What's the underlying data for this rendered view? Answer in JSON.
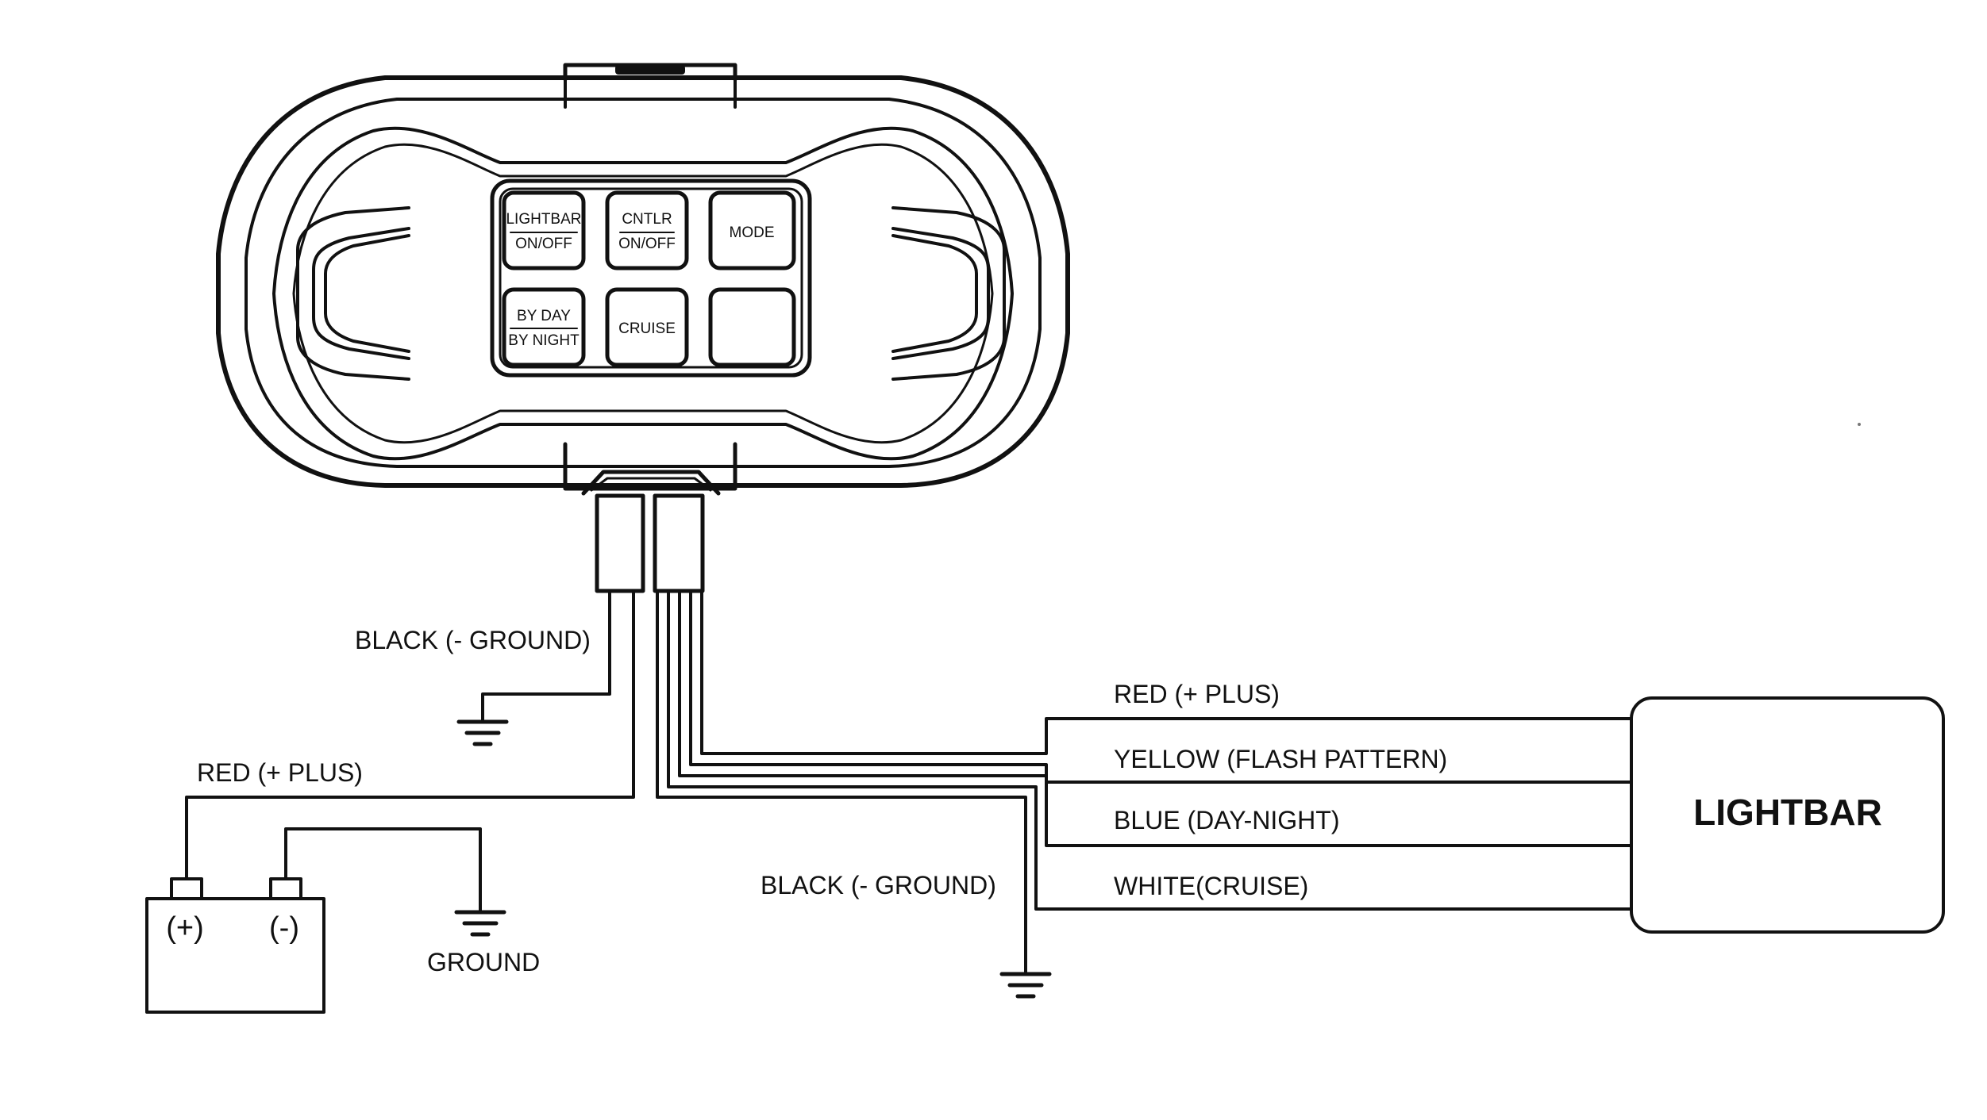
{
  "controller": {
    "buttons": [
      {
        "id": "lightbar",
        "top": "LIGHTBAR",
        "bottom": "ON/OFF"
      },
      {
        "id": "cntlr",
        "top": "CNTLR",
        "bottom": "ON/OFF"
      },
      {
        "id": "mode",
        "label": "MODE"
      },
      {
        "id": "daynight",
        "top": "BY DAY",
        "bottom": "BY NIGHT"
      },
      {
        "id": "cruise",
        "label": "CRUISE"
      },
      {
        "id": "blank",
        "label": ""
      }
    ]
  },
  "wires": {
    "ctrl_ground": "BLACK (- GROUND)",
    "ctrl_plus": "RED (+ PLUS)",
    "lb_ground": "BLACK (- GROUND)",
    "lb_red": "RED (+ PLUS)",
    "lb_yellow": "YELLOW (FLASH PATTERN)",
    "lb_blue": "BLUE (DAY-NIGHT)",
    "lb_white": "WHITE(CRUISE)"
  },
  "battery": {
    "plus": "(+)",
    "minus": "(-)"
  },
  "ground_label": "GROUND",
  "lightbar_box": "LIGHTBAR"
}
